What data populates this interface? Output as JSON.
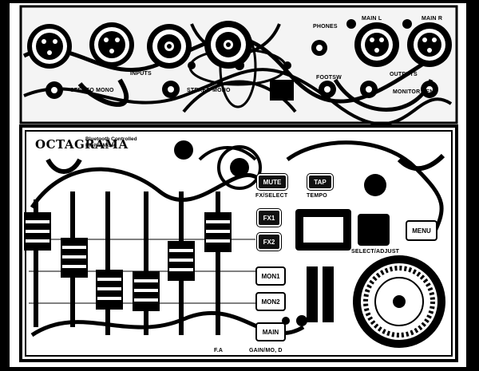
{
  "brand": {
    "name": "OCTAGRAMA",
    "subtitle_line1": "Bluetooth Controlled",
    "subtitle_line2": "Digital Mixer"
  },
  "top_panel": {
    "inputs_label": "INPUTS",
    "phones_label": "PHONES",
    "main_l_label": "MAIN L",
    "main_r_label": "MAIN R",
    "outputs_label": "OUTPUTS",
    "stereo_mono_left": "STEREO MONO",
    "stereo_mono_right": "STEREO MONO",
    "footsw_label": "FOOTSW",
    "monitor_send_label": "MONITOR SEND"
  },
  "controls": {
    "mute": "MUTE",
    "tap": "TAP",
    "fx1": "FX1",
    "fx2": "FX2",
    "mon1": "MON1",
    "mon2": "MON2",
    "main": "MAIN",
    "menu": "MENU",
    "select_adjust": "SELECT/ADJUST",
    "fx_select": "FX/SELECT",
    "tempo": "TEMPO",
    "gain_label": "GAIN/MO, D",
    "fa_label": "F.A"
  },
  "colors": {
    "ink": "#000000",
    "paper": "#ffffff"
  }
}
